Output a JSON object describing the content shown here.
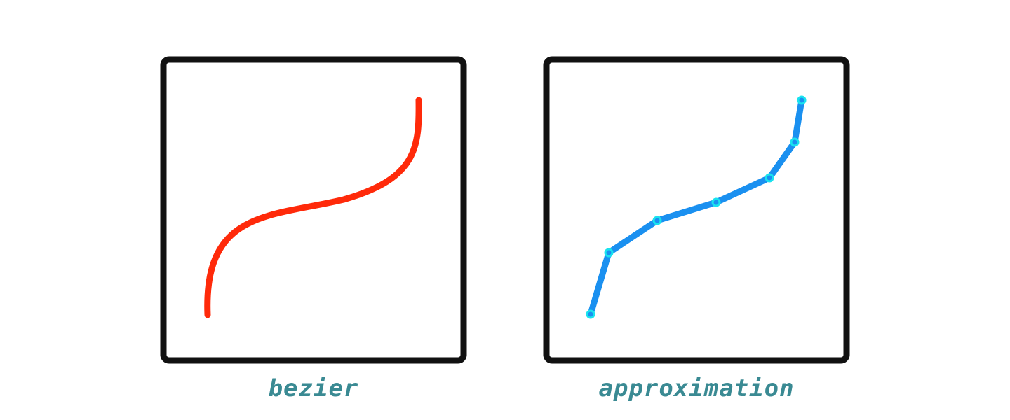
{
  "colors": {
    "frame": "#111111",
    "curve": "#ff2a0a",
    "polyline": "#1a90f0",
    "vertex": "#19e3ef",
    "caption": "#3a8a93"
  },
  "panels": {
    "left": {
      "caption": "bezier",
      "shape": "cubic-bezier-curve"
    },
    "right": {
      "caption": "approximation",
      "shape": "polyline-with-vertices",
      "vertex_count": 7
    }
  }
}
